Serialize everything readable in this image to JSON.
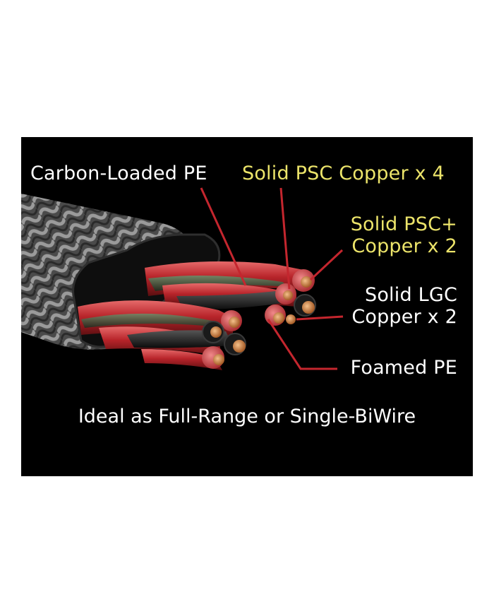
{
  "labels": {
    "carbon_loaded_pe": "Carbon-Loaded PE",
    "solid_psc_x4": "Solid PSC Copper x 4",
    "solid_psc_plus_line1": "Solid PSC+",
    "solid_psc_plus_line2": "Copper x 2",
    "solid_lgc_line1": "Solid LGC",
    "solid_lgc_line2": "Copper x 2",
    "foamed_pe": "Foamed PE"
  },
  "tagline": "Ideal as Full-Range or Single-BiWire",
  "colors": {
    "background": "#000000",
    "label_white": "#ffffff",
    "label_yellow": "#ece46a",
    "leader_line": "#c4262e",
    "leader_line_white": "#ffffff",
    "conductor_red": "#b8242a",
    "copper": "#d98a4a"
  }
}
